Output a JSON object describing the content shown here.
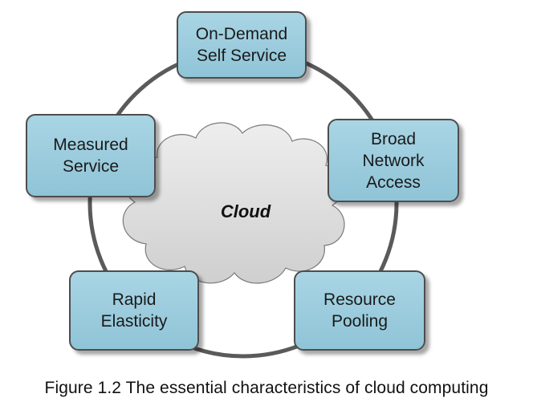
{
  "diagram": {
    "center": "Cloud",
    "characteristics": [
      {
        "line1": "On-Demand",
        "line2": "Self Service"
      },
      {
        "line1": "Broad",
        "line2": "Network",
        "line3": "Access"
      },
      {
        "line1": "Resource",
        "line2": "Pooling"
      },
      {
        "line1": "Rapid",
        "line2": "Elasticity"
      },
      {
        "line1": "Measured",
        "line2": "Service"
      }
    ],
    "colors": {
      "box_fill": "#9ccbdc",
      "box_border": "#4d4d4d",
      "ring": "#5a5a5a",
      "cloud_fill": "#dcdcdc"
    }
  },
  "caption": "Figure 1.2 The essential characteristics of cloud computing"
}
